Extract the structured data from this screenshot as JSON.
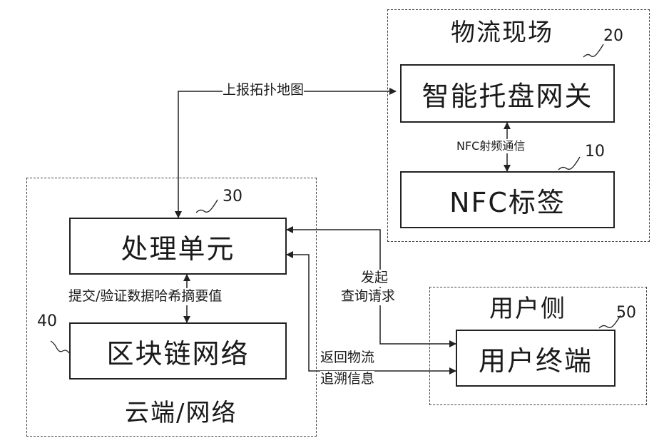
{
  "regions": {
    "logistics_site": {
      "title": "物流现场",
      "ref": "20"
    },
    "user_side": {
      "title": "用户侧",
      "ref": "50"
    },
    "cloud": {
      "title": "云端/网络",
      "ref": "40"
    }
  },
  "nodes": {
    "gateway": {
      "label": "智能托盘网关"
    },
    "nfc_tag": {
      "label": "NFC标签",
      "ref": "10"
    },
    "processing": {
      "label": "处理单元",
      "ref": "30"
    },
    "blockchain": {
      "label": "区块链网络"
    },
    "user_terminal": {
      "label": "用户终端"
    }
  },
  "edges": {
    "report_topology": "上报拓扑地图",
    "nfc_comm": "NFC射频通信",
    "submit_verify": "提交/验证数据哈希摘要值",
    "query_request_1": "发起",
    "query_request_2": "查询请求",
    "return_info_1": "返回物流",
    "return_info_2": "追溯信息"
  }
}
